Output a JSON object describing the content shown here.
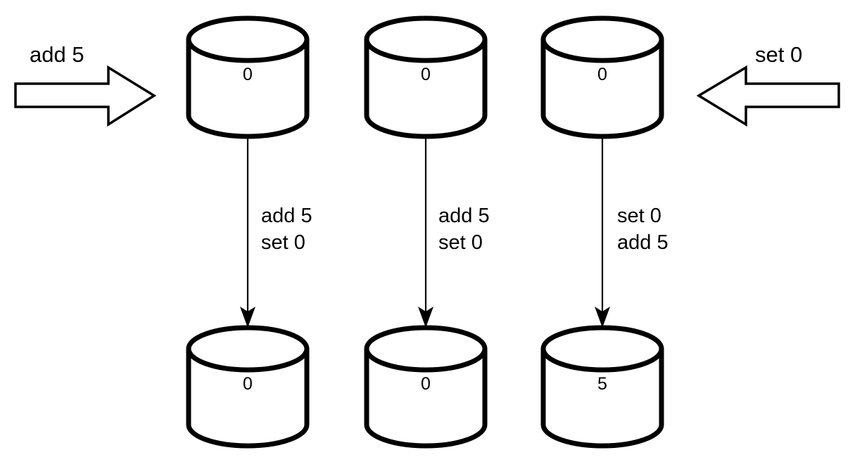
{
  "diagram": {
    "title": "replica-operation-commutativity-diagram",
    "background_color": "#ffffff",
    "stroke_color": "#000000",
    "external_arrows": [
      {
        "name": "left-client-arrow",
        "label": "add 5",
        "direction": "right",
        "target_replica": 1
      },
      {
        "name": "right-client-arrow",
        "label": "set 0",
        "direction": "left",
        "target_replica": 3
      }
    ],
    "columns": [
      {
        "index": 1,
        "top_value": "0",
        "bottom_value": "0",
        "operations": [
          "add 5",
          "set 0"
        ]
      },
      {
        "index": 2,
        "top_value": "0",
        "bottom_value": "0",
        "operations": [
          "add 5",
          "set 0"
        ]
      },
      {
        "index": 3,
        "top_value": "0",
        "bottom_value": "5",
        "operations": [
          "set 0",
          "add 5"
        ]
      }
    ]
  }
}
